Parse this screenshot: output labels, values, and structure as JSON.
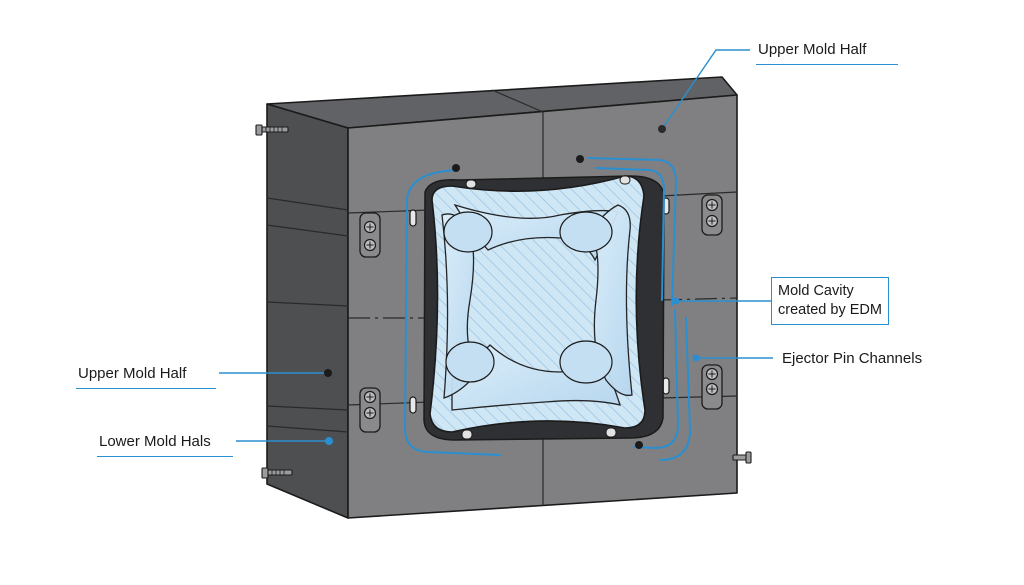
{
  "colors": {
    "accent": "#2a8fd0",
    "block_front": "#7f7f80",
    "block_side": "#4f5052",
    "block_top": "#626366",
    "cavity_fill": "#cfe6f5",
    "outline": "#1b1b1b"
  },
  "labels": {
    "upper_mold_half_top": "Upper Mold Half",
    "mold_cavity_line1": "Mold Cavity",
    "mold_cavity_line2": "created by EDM",
    "ejector_pin_channels": "Ejector Pin Channels",
    "upper_mold_half_left": "Upper Mold Half",
    "lower_mold_half_left": "Lower Mold Hals"
  },
  "icons": [
    "screw-icon",
    "bolt-head-icon"
  ]
}
